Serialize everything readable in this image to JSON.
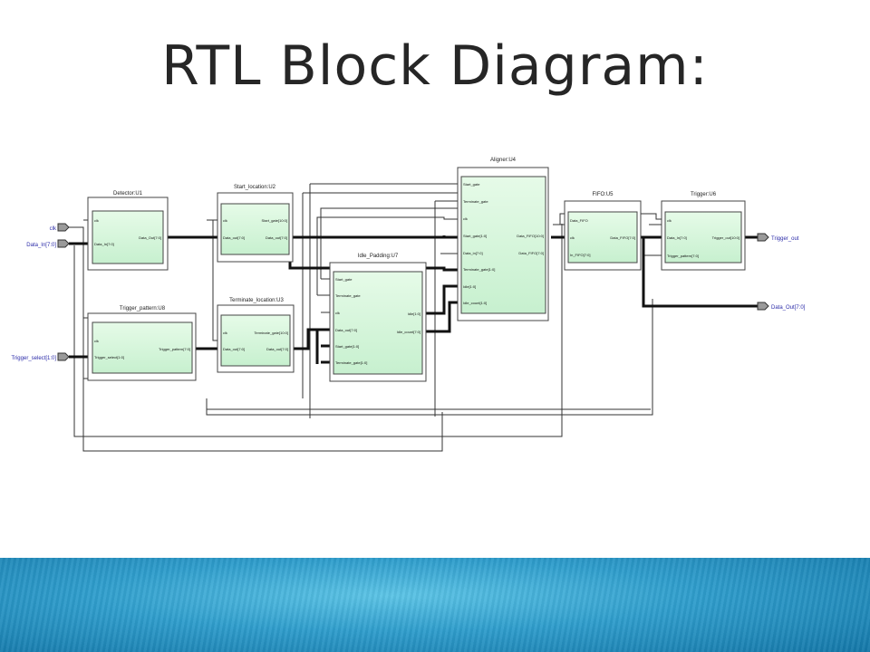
{
  "slide": {
    "title": "RTL Block Diagram:"
  },
  "diagram": {
    "blocks": {
      "detector": {
        "name": "Detector:U1",
        "ports_left": [
          "clk",
          "Data_In[7:0]"
        ],
        "ports_right": [
          "Data_Out[7:0]"
        ]
      },
      "trigger_pattern": {
        "name": "Trigger_pattern:U8",
        "ports_left": [
          "clk",
          "Trigger_select[1:0]"
        ],
        "ports_right": [
          "Trigger_pattern[7:0]"
        ]
      },
      "start_location": {
        "name": "Start_location:U2",
        "ports_left": [
          "clk",
          "Data_out[7:0]"
        ],
        "ports_right": [
          "Start_gate[10:0]",
          "Data_out[7:0]"
        ]
      },
      "terminate_location": {
        "name": "Terminate_location:U3",
        "ports_left": [
          "clk",
          "Data_out[7:0]"
        ],
        "ports_right": [
          "Terminate_gate[10:0]",
          "Data_out[7:0]"
        ]
      },
      "idle_padding": {
        "name": "Idle_Padding:U7",
        "ports_left": [
          "Start_gate",
          "Terminate_gate",
          "clk",
          "Data_out[7:0]",
          "Start_gate[1:0]",
          "Terminate_gate[1:0]"
        ],
        "ports_right": [
          "Idle[1:0]",
          "Idle_count[7:0]"
        ]
      },
      "aligner": {
        "name": "Aligner:U4",
        "ports_left": [
          "Start_gate",
          "Terminate_gate",
          "clk",
          "Start_gate[1:0]",
          "Data_in[7:0]",
          "Terminate_gate[1:0]",
          "Idle[1:0]",
          "Idle_count[1:0]"
        ],
        "ports_right": [
          "Data_FIFO[10:0]",
          "Data_FIFO[7:0]"
        ]
      },
      "fifo": {
        "name": "FIFO:U5",
        "ports_left": [
          "Data_FIFO",
          "clk",
          "In_FIFO[7:0]"
        ],
        "ports_right": [
          "Data_FIFO[7:0]"
        ]
      },
      "trigger": {
        "name": "Trigger:U6",
        "ports_left": [
          "clk",
          "Data_In[7:0]",
          "Trigger_pattern[7:0]"
        ],
        "ports_right": [
          "Trigger_out[10:0]"
        ]
      }
    },
    "io": {
      "clk": "clk",
      "data_in": "Data_In[7:0]",
      "trigger_select": "Trigger_select[1:0]",
      "trigger_out": "Trigger_out",
      "data_out": "Data_Out[7:0]"
    }
  }
}
